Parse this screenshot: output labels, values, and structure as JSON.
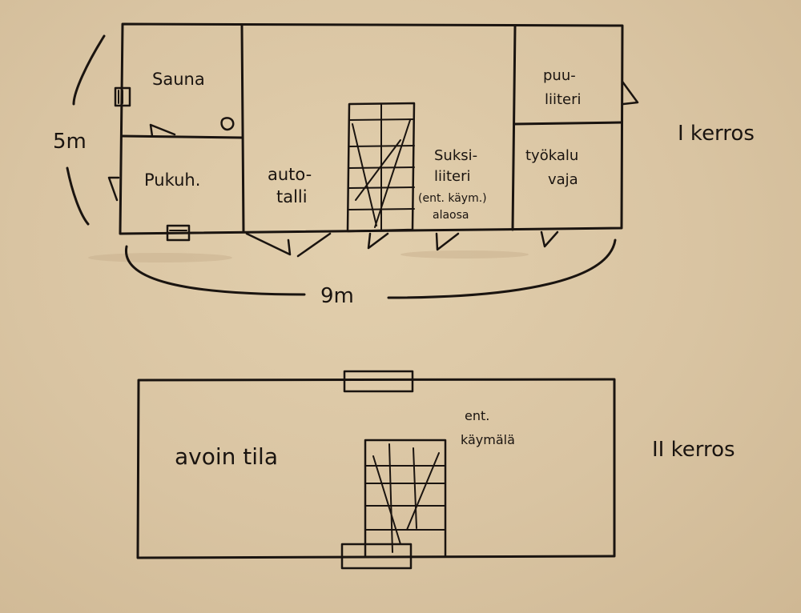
{
  "floor1": {
    "title": "I kerros",
    "rooms": {
      "sauna": "Sauna",
      "pukuh": "Pukuh.",
      "autotalli_1": "auto-",
      "autotalli_2": "talli",
      "suksi_1": "Suksi-",
      "suksi_2": "liiteri",
      "suksi_3": "(ent. käym.)",
      "suksi_4": "alaosa",
      "puuliiteri_1": "puu-",
      "puuliiteri_2": "liiteri",
      "tyokalu_1": "työkalu",
      "tyokalu_2": "vaja"
    },
    "dimension_height": "5m",
    "dimension_width": "9m"
  },
  "floor2": {
    "title": "II kerros",
    "open_space": "avoin tila",
    "former_toilet_1": "ent.",
    "former_toilet_2": "käymälä"
  }
}
